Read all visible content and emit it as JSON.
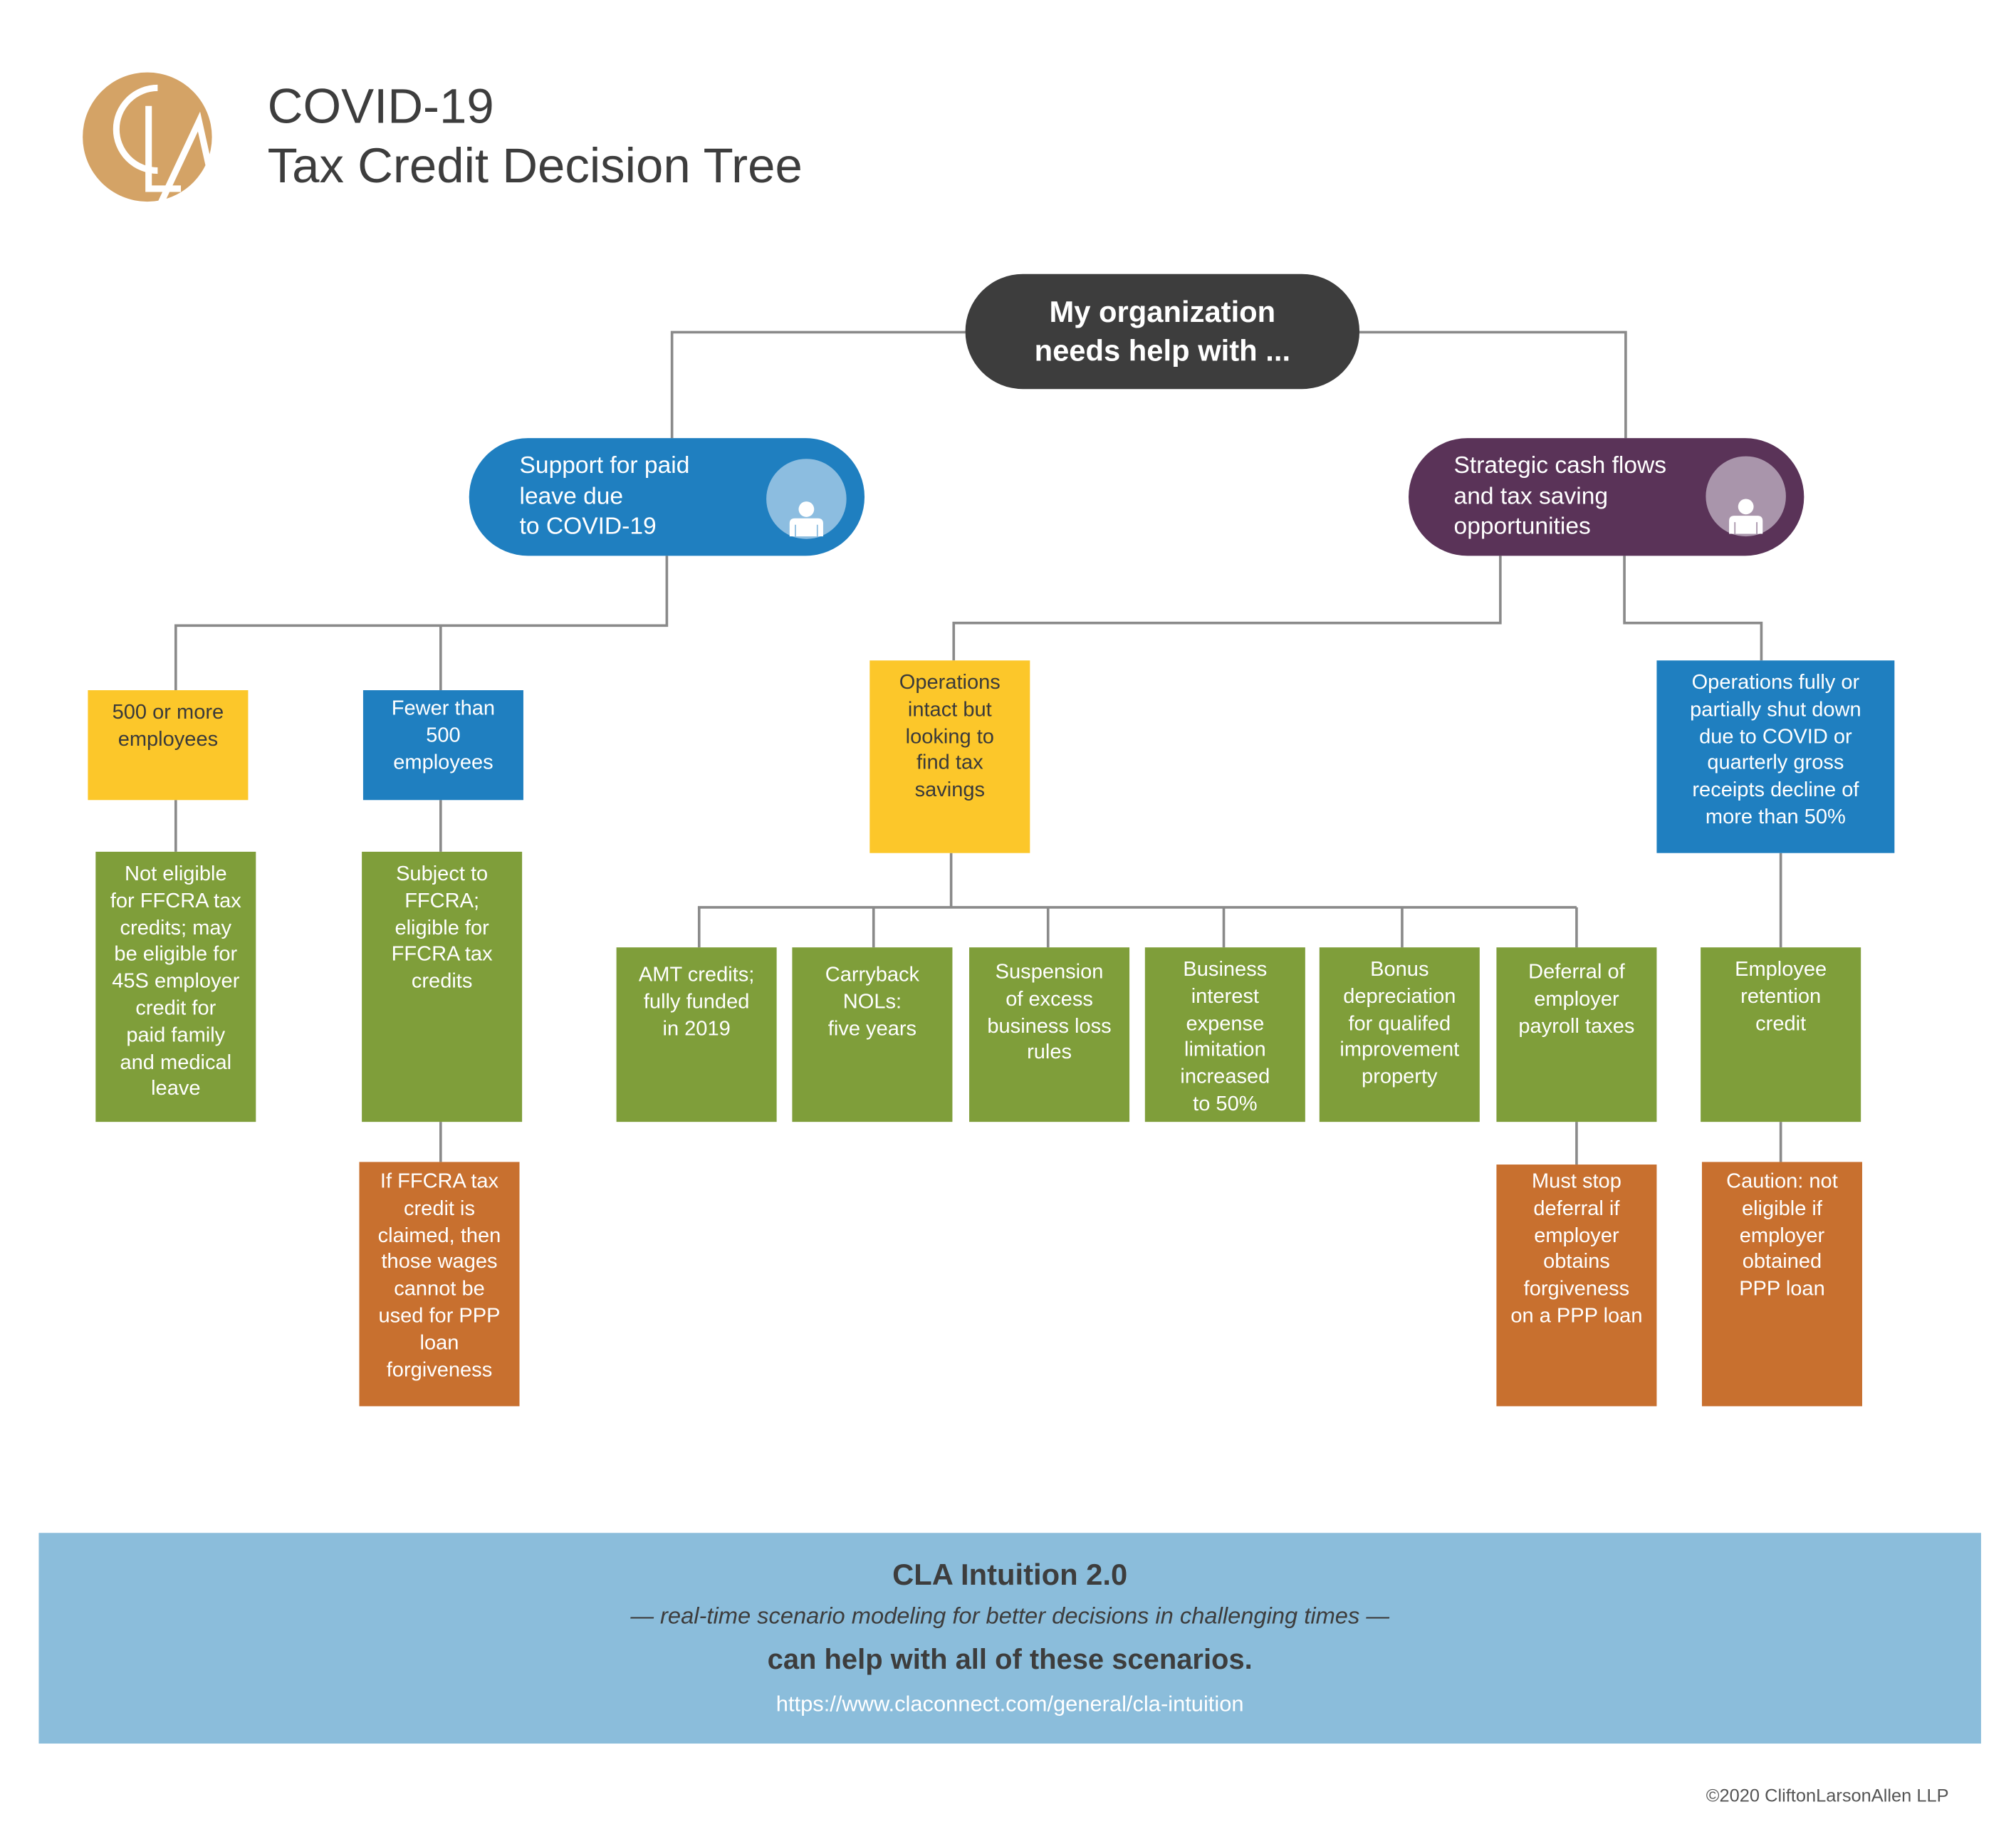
{
  "header": {
    "logo_text": "CLA",
    "title_line1": "COVID-19",
    "title_line2": "Tax Credit Decision Tree"
  },
  "colors": {
    "dark": "#3d3d3d",
    "blue": "#1f7fc0",
    "purple": "#5a3358",
    "yellow": "#fcc72a",
    "green": "#7f9e3a",
    "orange": "#c8702f",
    "footer": "#8bbddb",
    "gold": "#d4a366"
  },
  "root": {
    "label": "My organization\nneeds help with ..."
  },
  "branches": {
    "left": {
      "label": "Support for paid\nleave due\nto COVID-19",
      "icon": "person-icon"
    },
    "right": {
      "label": "Strategic cash flows\nand tax saving\nopportunities",
      "icon": "person-icon"
    }
  },
  "nodes": {
    "large_employers": "500 or more\nemployees",
    "small_employers": "Fewer than\n500\nemployees",
    "not_eligible": "Not eligible\nfor FFCRA tax\ncredits; may\nbe eligible for\n45S employer\ncredit for\npaid family\nand medical\nleave",
    "subject_ffcra": "Subject to\nFFCRA;\neligible for\nFFCRA tax\ncredits",
    "ffcra_caution": "If FFCRA tax\ncredit is\nclaimed, then\nthose wages\ncannot be\nused for PPP\nloan\nforgiveness",
    "operations_intact": "Operations\nintact but\nlooking to\nfind tax\nsavings",
    "operations_shut": "Operations fully or\npartially shut down\ndue to COVID or\nquarterly gross\nreceipts decline of\nmore than 50%",
    "options": [
      "AMT credits;\nfully funded\nin 2019",
      "Carryback\nNOLs:\nfive years",
      "Suspension\nof excess\nbusiness loss\nrules",
      "Business\ninterest\nexpense\nlimitation\nincreased\nto 50%",
      "Bonus\ndepreciation\nfor qualifed\nimprovement\nproperty",
      "Deferral of\nemployer\npayroll taxes"
    ],
    "deferral_caution": "Must stop\ndeferral if\nemployer\nobtains\nforgiveness\non a PPP loan",
    "retention_credit": "Employee\nretention\ncredit",
    "retention_caution": "Caution: not\neligible if\nemployer\nobtained\nPPP loan"
  },
  "footer": {
    "heading": "CLA Intuition 2.0",
    "tagline": "— real-time scenario modeling for better decisions in challenging times —",
    "callout": "can help with all of these scenarios.",
    "url": "https://www.claconnect.com/general/cla-intuition",
    "copyright": "©2020 CliftonLarsonAllen LLP"
  }
}
